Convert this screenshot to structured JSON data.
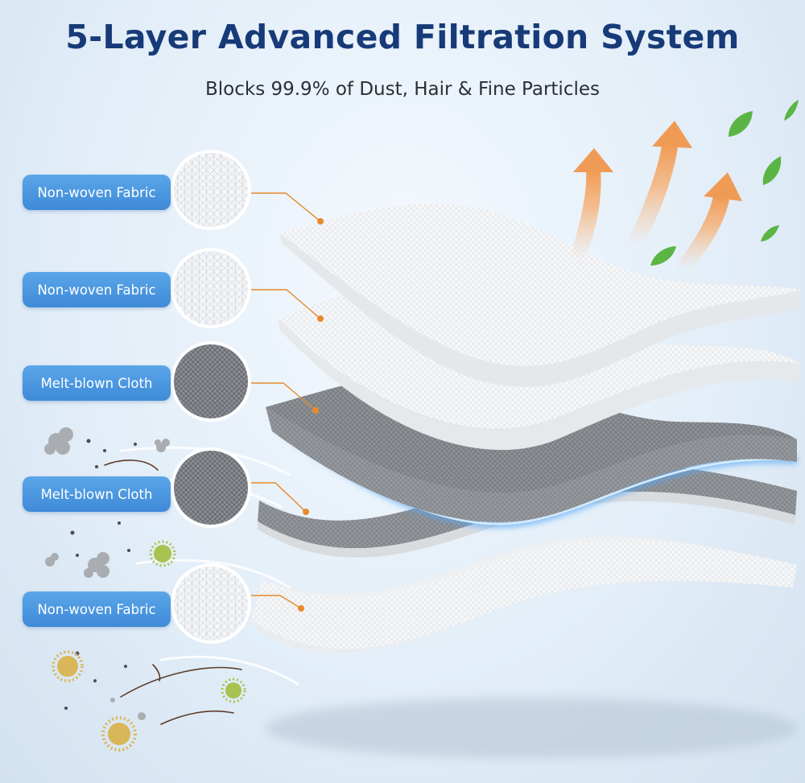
{
  "header": {
    "title": "5-Layer Advanced Filtration System",
    "subtitle": "Blocks 99.9% of Dust, Hair & Fine Particles"
  },
  "layers": [
    {
      "label": "Non-woven Fabric",
      "material": "white-fiber"
    },
    {
      "label": "Non-woven Fabric",
      "material": "white-fiber"
    },
    {
      "label": "Melt-blown Cloth",
      "material": "gray-fiber"
    },
    {
      "label": "Melt-blown Cloth",
      "material": "gray-fiber"
    },
    {
      "label": "Non-woven Fabric",
      "material": "white-fiber"
    }
  ],
  "colors": {
    "title": "#173a78",
    "label_bg": "#4a97e0",
    "leader_line": "#e8892b",
    "airflow_arrow": "#f2a15a",
    "leaf": "#5bb544",
    "white_sheet": "#f7f8f9",
    "gray_sheet": "#8d9196",
    "glow": "#5aaaf5"
  },
  "icons": [
    "dust-particle-icon",
    "pollen-icon",
    "hair-strand-icon",
    "leaf-icon",
    "airflow-arrow-icon"
  ]
}
